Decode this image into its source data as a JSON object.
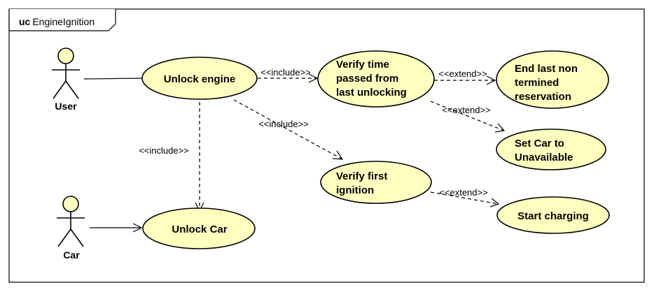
{
  "frame": {
    "keyword": "uc",
    "name": "EngineIgnition"
  },
  "actors": {
    "user": "User",
    "car": "Car"
  },
  "usecases": {
    "unlock_engine": [
      "Unlock engine"
    ],
    "unlock_car": [
      "Unlock Car"
    ],
    "verify_time": [
      "Verify time",
      "passed from",
      "last unlocking"
    ],
    "verify_first": [
      "Verify first",
      "ignition"
    ],
    "end_reservation": [
      "End last non",
      "termined",
      "reservation"
    ],
    "set_car": [
      "Set Car to",
      "Unavailable"
    ],
    "start_charging": [
      "Start charging"
    ]
  },
  "relations": {
    "include_verify_time": "<<include>>",
    "include_verify_first": "<<include>>",
    "include_unlock_car": "<<include>>",
    "extend_end_reservation": "<<extend>>",
    "extend_set_car": "<<extend>>",
    "extend_start_charging": "<<extend>>"
  },
  "colors": {
    "usecase_fill": "#ffffc0",
    "actor_fill": "#ffffc0",
    "line": "#000000"
  }
}
